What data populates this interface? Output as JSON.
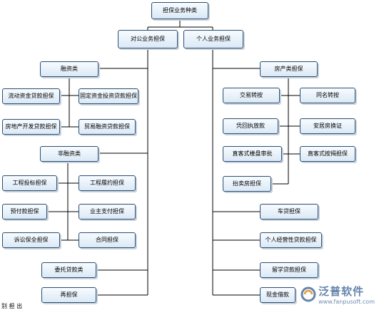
{
  "diagram": {
    "root": "担保业务种类",
    "corporate": {
      "label": "对公业务担保",
      "financing": {
        "label": "融资类",
        "items": [
          "流动资金贷款担保",
          "固定资金投资贷款担保",
          "房地产开发贷款担保",
          "贸易融资贷款担保"
        ]
      },
      "non_financing": {
        "label": "非融资类",
        "items": [
          "工程投标担保",
          "工程履约担保",
          "预付款担保",
          "业主支付担保",
          "诉讼保全担保",
          "合同担保"
        ]
      },
      "entrusted": "委托贷款类",
      "reguarantee": "再担保"
    },
    "personal": {
      "label": "个人业务担保",
      "real_estate": {
        "label": "房产类担保",
        "items": [
          "交易转按",
          "同名转按",
          "凭回执放款",
          "安居房换证",
          "直客式楼盘审批",
          "直客式按揭担保",
          "抬卖房担保"
        ]
      },
      "car": "车贷担保",
      "business": "个人经营性贷款担保",
      "study": "留学贷款担保",
      "cash": "现金借款"
    }
  },
  "watermark": {
    "name": "泛普软件",
    "url": "www.fanpusoft.com"
  },
  "footer_cut": "别 担 出"
}
